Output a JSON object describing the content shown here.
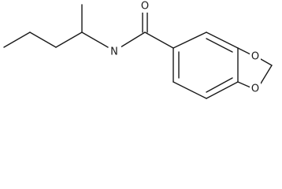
{
  "molecule": {
    "atoms": {
      "carbonyl_oxygen": "O",
      "amide_nitrogen": "N",
      "ring_oxygen_upper": "O",
      "ring_oxygen_lower": "O"
    }
  }
}
